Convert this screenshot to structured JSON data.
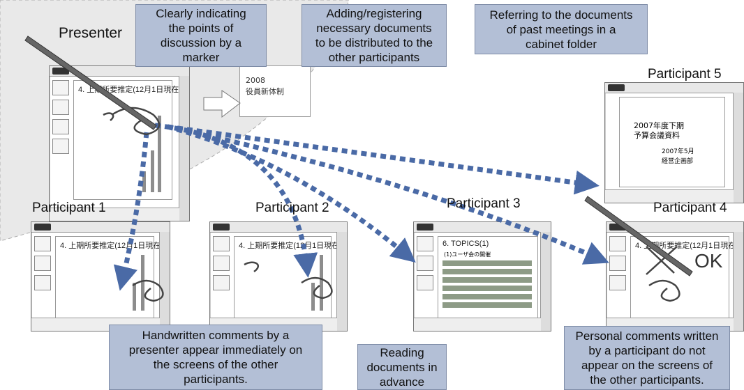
{
  "labels": {
    "presenter": "Presenter",
    "participant1": "Participant 1",
    "participant2": "Participant 2",
    "participant3": "Participant 3",
    "participant4": "Participant 4",
    "participant5": "Participant 5"
  },
  "callouts": {
    "marker": "Clearly indicating\nthe points of\ndiscussion by a\nmarker",
    "adding": "Adding/registering\nnecessary documents\nto be distributed to the\nother participants",
    "referring": "Referring to the documents\nof past meetings in a\ncabinet folder",
    "handwritten": "Handwritten comments by a\npresenter appear immediately on\nthe screens of the other\nparticipants.",
    "reading": "Reading\ndocuments in\nadvance",
    "personal": "Personal comments written\nby a participant do not\nappear on the screens of\nthe other participants."
  },
  "slides": {
    "chart_title": "4. 上期所要推定(12月1日現在)",
    "topics_title": "6. TOPICS(1)",
    "topics_sub": "(1)ユーザ会の開催",
    "doc_year": "2008",
    "doc_title": "役員新体制",
    "budget_line1": "2007年度下期",
    "budget_line2": "予算会議資料",
    "budget_date": "2007年5月",
    "budget_dept": "経営企画部",
    "handwriting_ok": "OK"
  },
  "colors": {
    "arrow": "#4a6aa6",
    "callout": "#b3bfd6",
    "presenter_zone": "#e9e9e9"
  }
}
